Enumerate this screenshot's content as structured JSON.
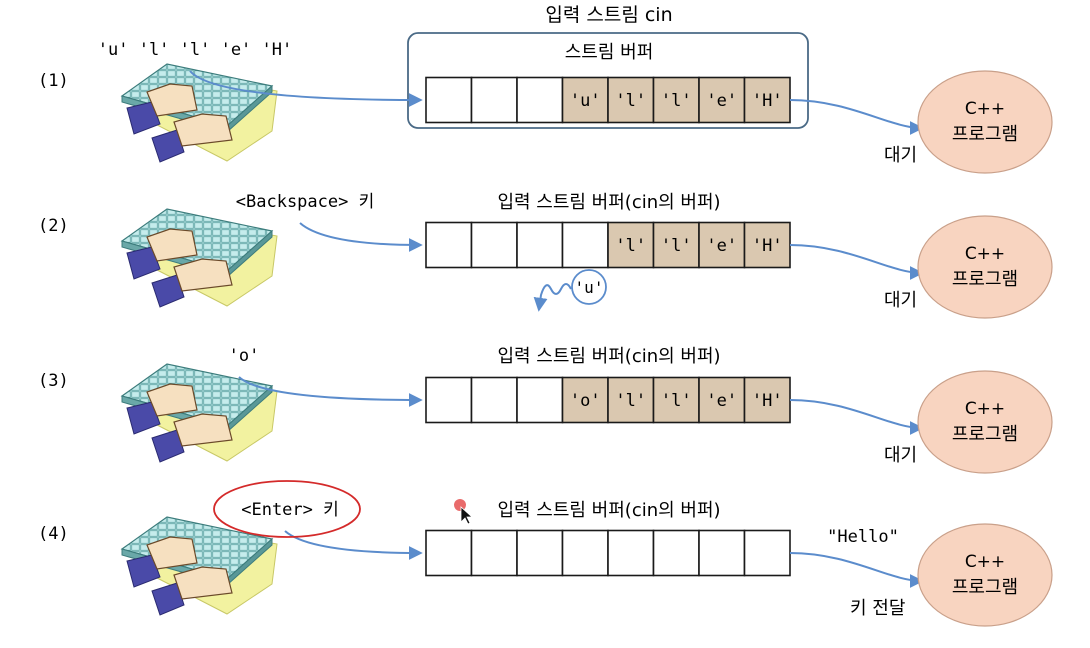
{
  "title": "입력 스트림 cin",
  "frame_label": "스트림 버퍼",
  "program_label": {
    "line1": "C++",
    "line2": "프로그램"
  },
  "steps": [
    {
      "number": "(1)",
      "input": "'u' 'l' 'l' 'e' 'H'",
      "buffer_label": "",
      "cells": [
        "",
        "",
        "",
        "'u'",
        "'l'",
        "'l'",
        "'e'",
        "'H'"
      ],
      "highlight_from": 3,
      "status": "대기"
    },
    {
      "number": "(2)",
      "input": "<Backspace> 키",
      "buffer_label": "입력 스트림 버퍼(cin의 버퍼)",
      "cells": [
        "",
        "",
        "",
        "",
        "'l'",
        "'l'",
        "'e'",
        "'H'"
      ],
      "highlight_from": 4,
      "status": "대기",
      "removed": "'u'"
    },
    {
      "number": "(3)",
      "input": "'o'",
      "buffer_label": "입력 스트림 버퍼(cin의 버퍼)",
      "cells": [
        "",
        "",
        "",
        "'o'",
        "'l'",
        "'l'",
        "'e'",
        "'H'"
      ],
      "highlight_from": 3,
      "status": "대기"
    },
    {
      "number": "(4)",
      "input": "<Enter> 키",
      "buffer_label": "입력 스트림 버퍼(cin의 버퍼)",
      "cells": [
        "",
        "",
        "",
        "",
        "",
        "",
        "",
        ""
      ],
      "highlight_from": 8,
      "status": "키 전달",
      "sent": "\"Hello\""
    }
  ],
  "colors": {
    "highlight": "#dac8b0",
    "arrow": "#5b8ccc",
    "program": "#f8d4c0",
    "enter_circle": "#d42a2a"
  }
}
